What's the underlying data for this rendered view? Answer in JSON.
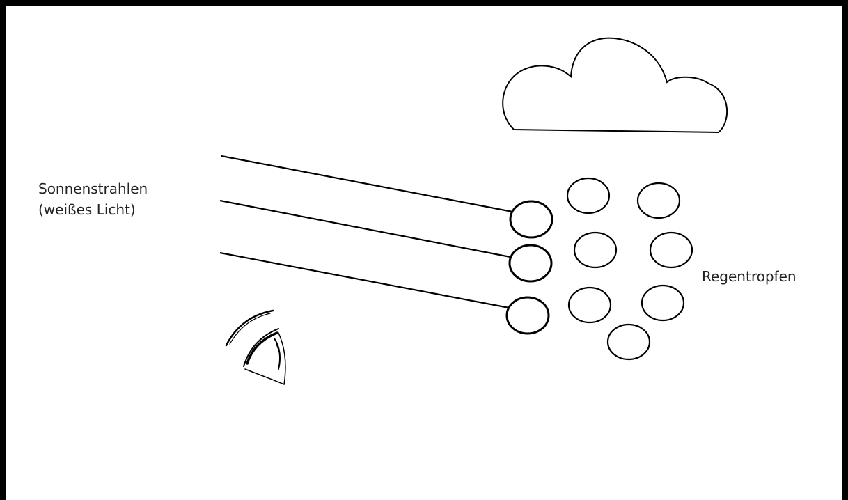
{
  "labels": {
    "sun_line1": "Sonnenstrahlen",
    "sun_line2": "(weißes Licht)",
    "rain": "Regentropfen"
  },
  "colors": {
    "stroke": "#000000",
    "background": "#ffffff",
    "text": "#222222"
  },
  "icons": [
    "cloud-icon",
    "eye-icon",
    "raindrop-icon"
  ]
}
